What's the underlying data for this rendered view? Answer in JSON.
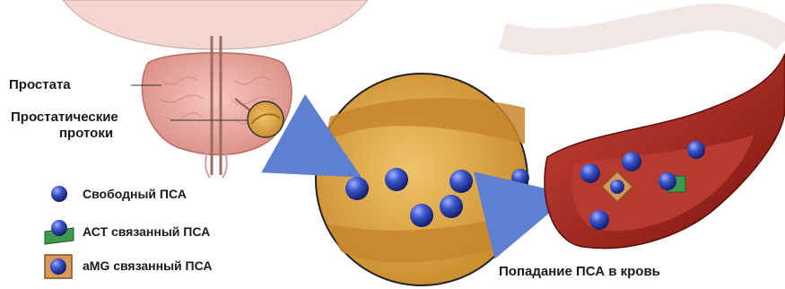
{
  "labels": {
    "prostate": "Простата",
    "ducts_line1": "Простатические",
    "ducts_line2": "протоки",
    "blood_entry": "Попадание ПСА в кровь"
  },
  "legend": [
    {
      "symbol": "free-psa",
      "text": "Свободный ПСА"
    },
    {
      "symbol": "act-bound-psa",
      "text": "АСТ связанный ПСА"
    },
    {
      "symbol": "amg-bound-psa",
      "text": "aMG связанный ПСА"
    }
  ],
  "colors": {
    "molecule": "#2f46b8",
    "act_complex": "#3f9a4d",
    "amg_complex": "#d89a5a",
    "duct_fluid": "#d9a445",
    "vessel": "#a5231c",
    "prostate_tissue": "#e7a39d",
    "arrow": "#5f7fd0"
  }
}
